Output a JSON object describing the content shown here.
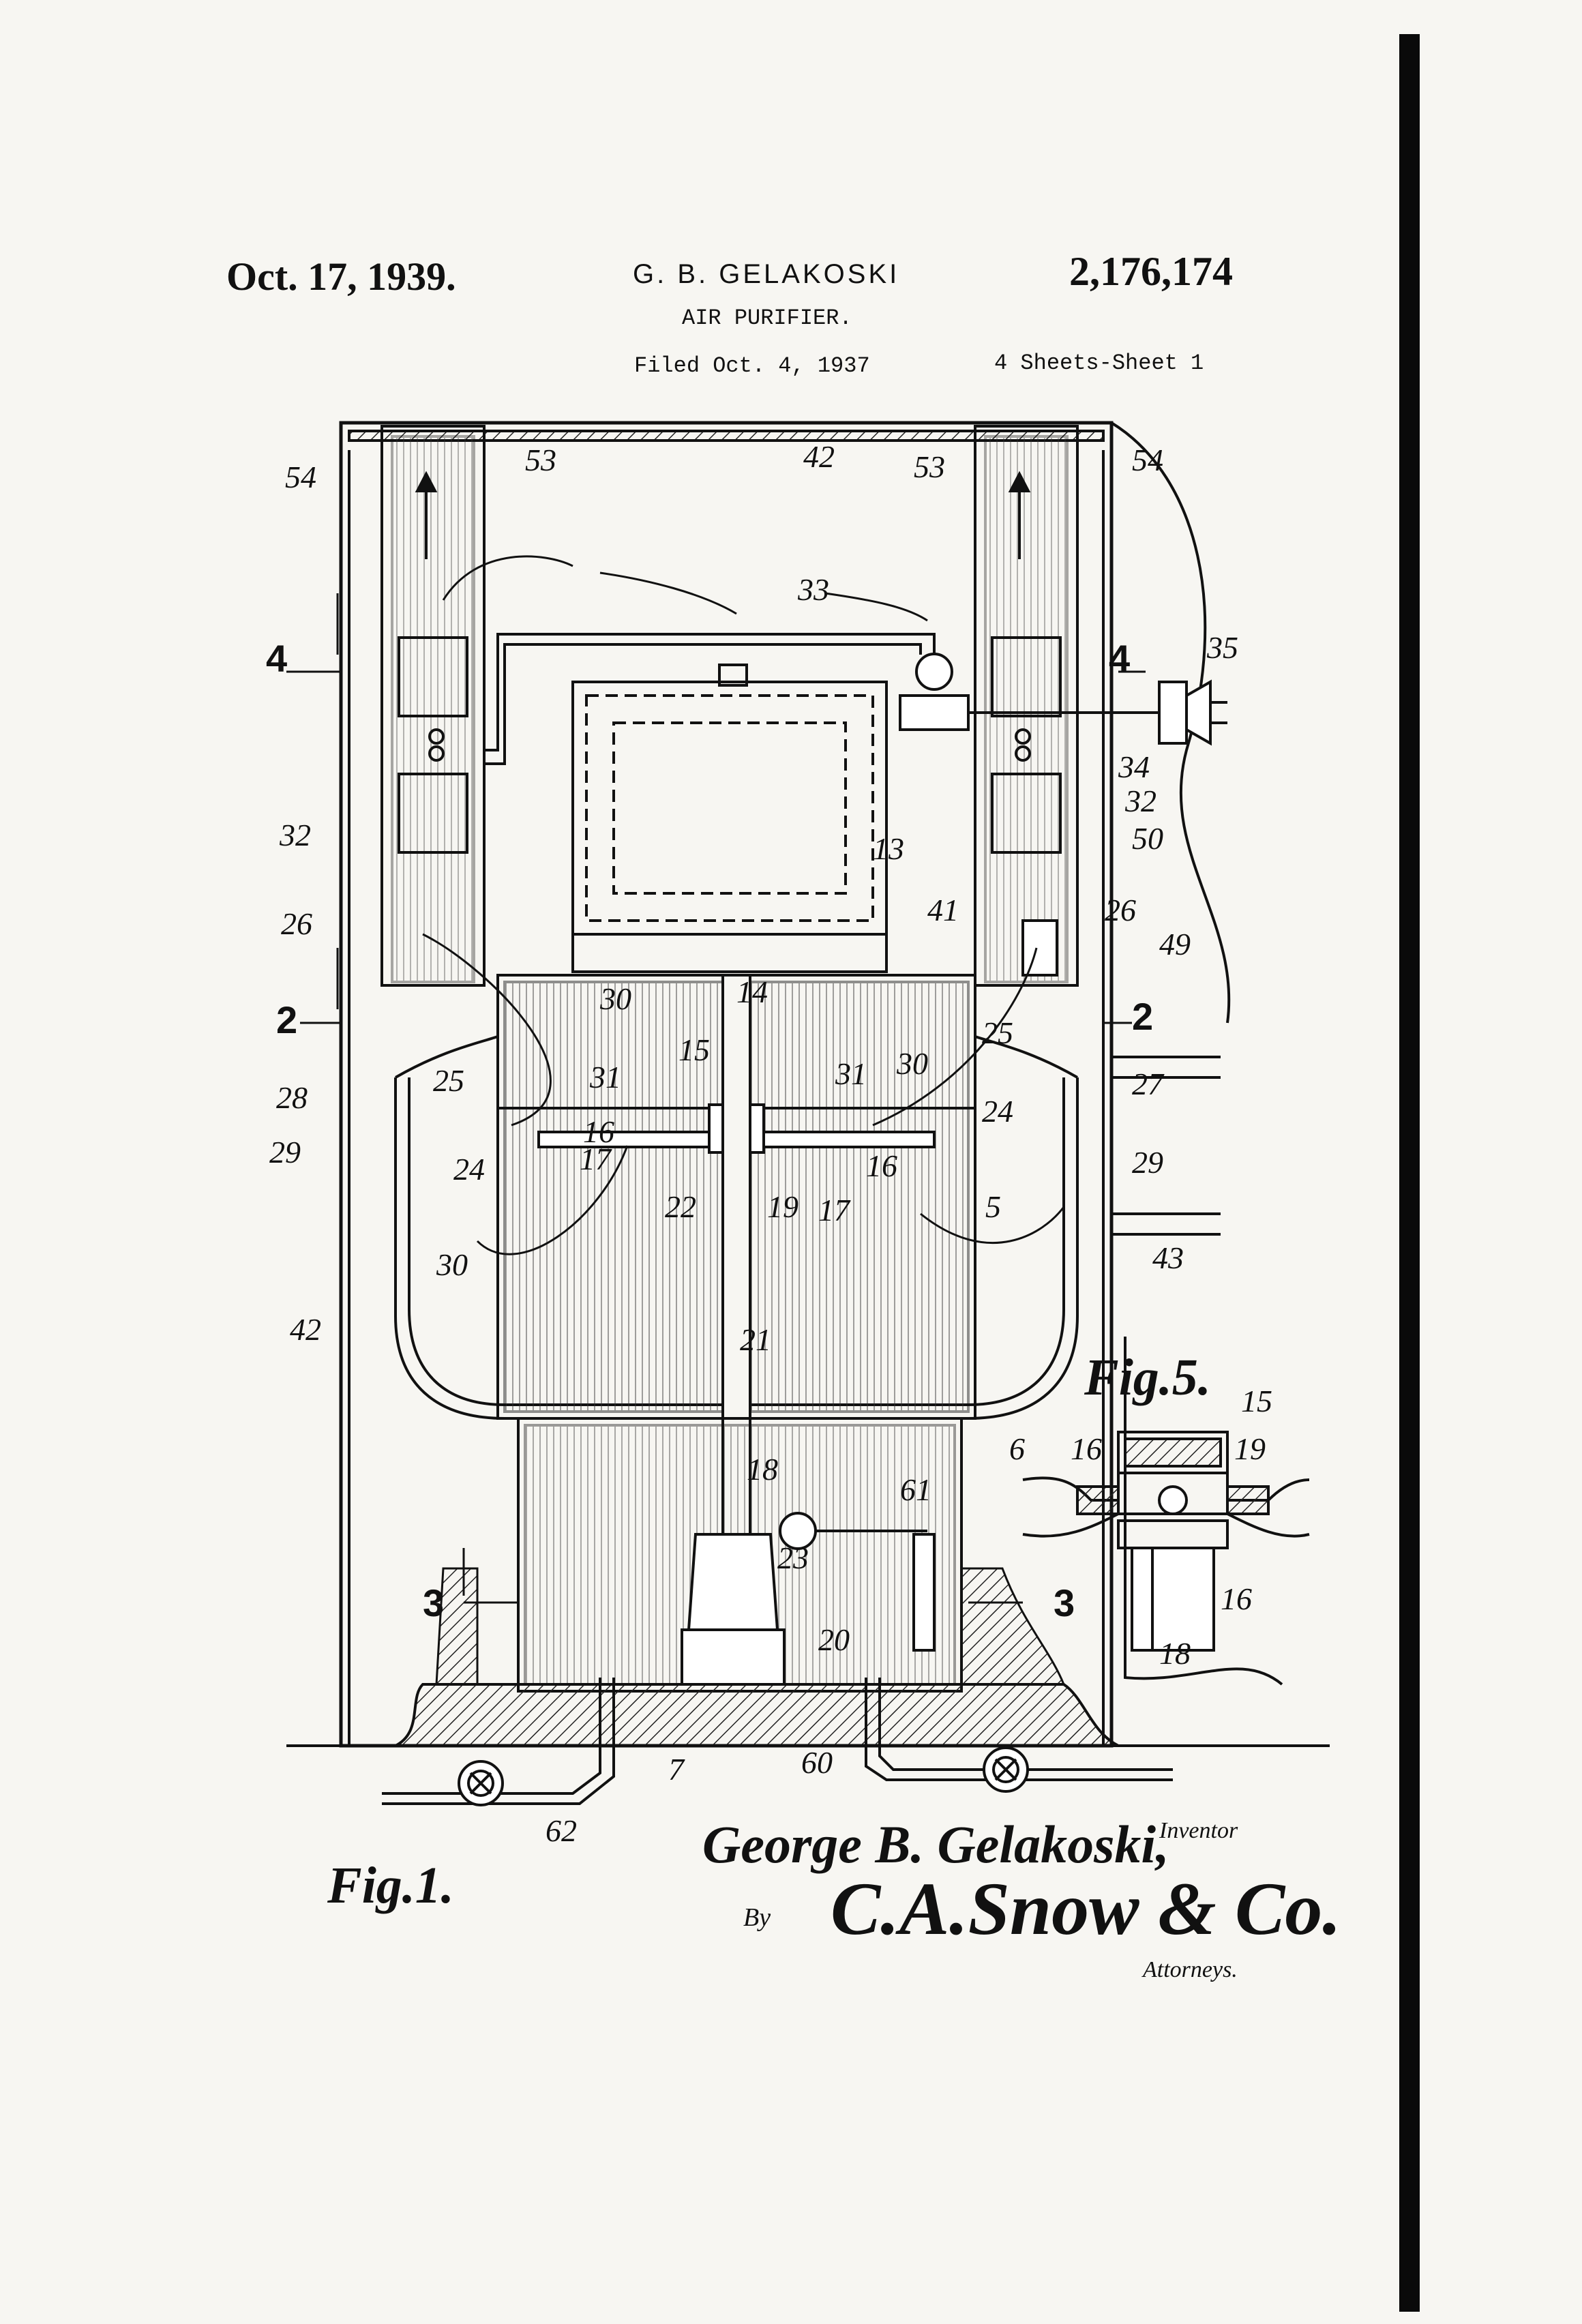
{
  "header": {
    "date": "Oct. 17, 1939.",
    "inventor": "G. B. GELAKOSKI",
    "patent_number": "2,176,174",
    "title": "AIR PURIFIER.",
    "filed": "Filed Oct. 4, 1937",
    "sheets": "4 Sheets-Sheet 1"
  },
  "figures": {
    "fig1": "Fig.1.",
    "fig5": "Fig.5."
  },
  "labels": {
    "l54a": "54",
    "l53a": "53",
    "l42a": "42",
    "l53b": "53",
    "l54b": "54",
    "l33": "33",
    "l4a": "4",
    "l4b": "4",
    "l35": "35",
    "l34": "34",
    "l32a": "32",
    "l32b": "32",
    "l50": "50",
    "l13": "13",
    "l41": "41",
    "l26a": "26",
    "l26b": "26",
    "l49": "49",
    "l2a": "2",
    "l2b": "2",
    "l30a": "30",
    "l14": "14",
    "l25a": "25",
    "l25b": "25",
    "l15": "15",
    "l31a": "31",
    "l31b": "31",
    "l30b": "30",
    "l27": "27",
    "l28": "28",
    "l24a": "24",
    "l24b": "24",
    "l29a": "29",
    "l29b": "29",
    "l16a": "16",
    "l17a": "17",
    "l16b": "16",
    "l17b": "17",
    "l22": "22",
    "l19": "19",
    "l5": "5",
    "l30c": "30",
    "l43": "43",
    "l42b": "42",
    "l21": "21",
    "l15f": "15",
    "l16f": "16",
    "l19f": "19",
    "l16g": "16",
    "l18f": "18",
    "l18": "18",
    "l6": "6",
    "l61": "61",
    "l23": "23",
    "l3a": "3",
    "l3b": "3",
    "l20": "20",
    "l7": "7",
    "l60": "60",
    "l62": "62"
  },
  "signature": {
    "name": "George B. Gelakoski,",
    "inventor_label": "Inventor",
    "by": "By",
    "attorney": "C.A.Snow & Co.",
    "attorney_label": "Attorneys."
  }
}
